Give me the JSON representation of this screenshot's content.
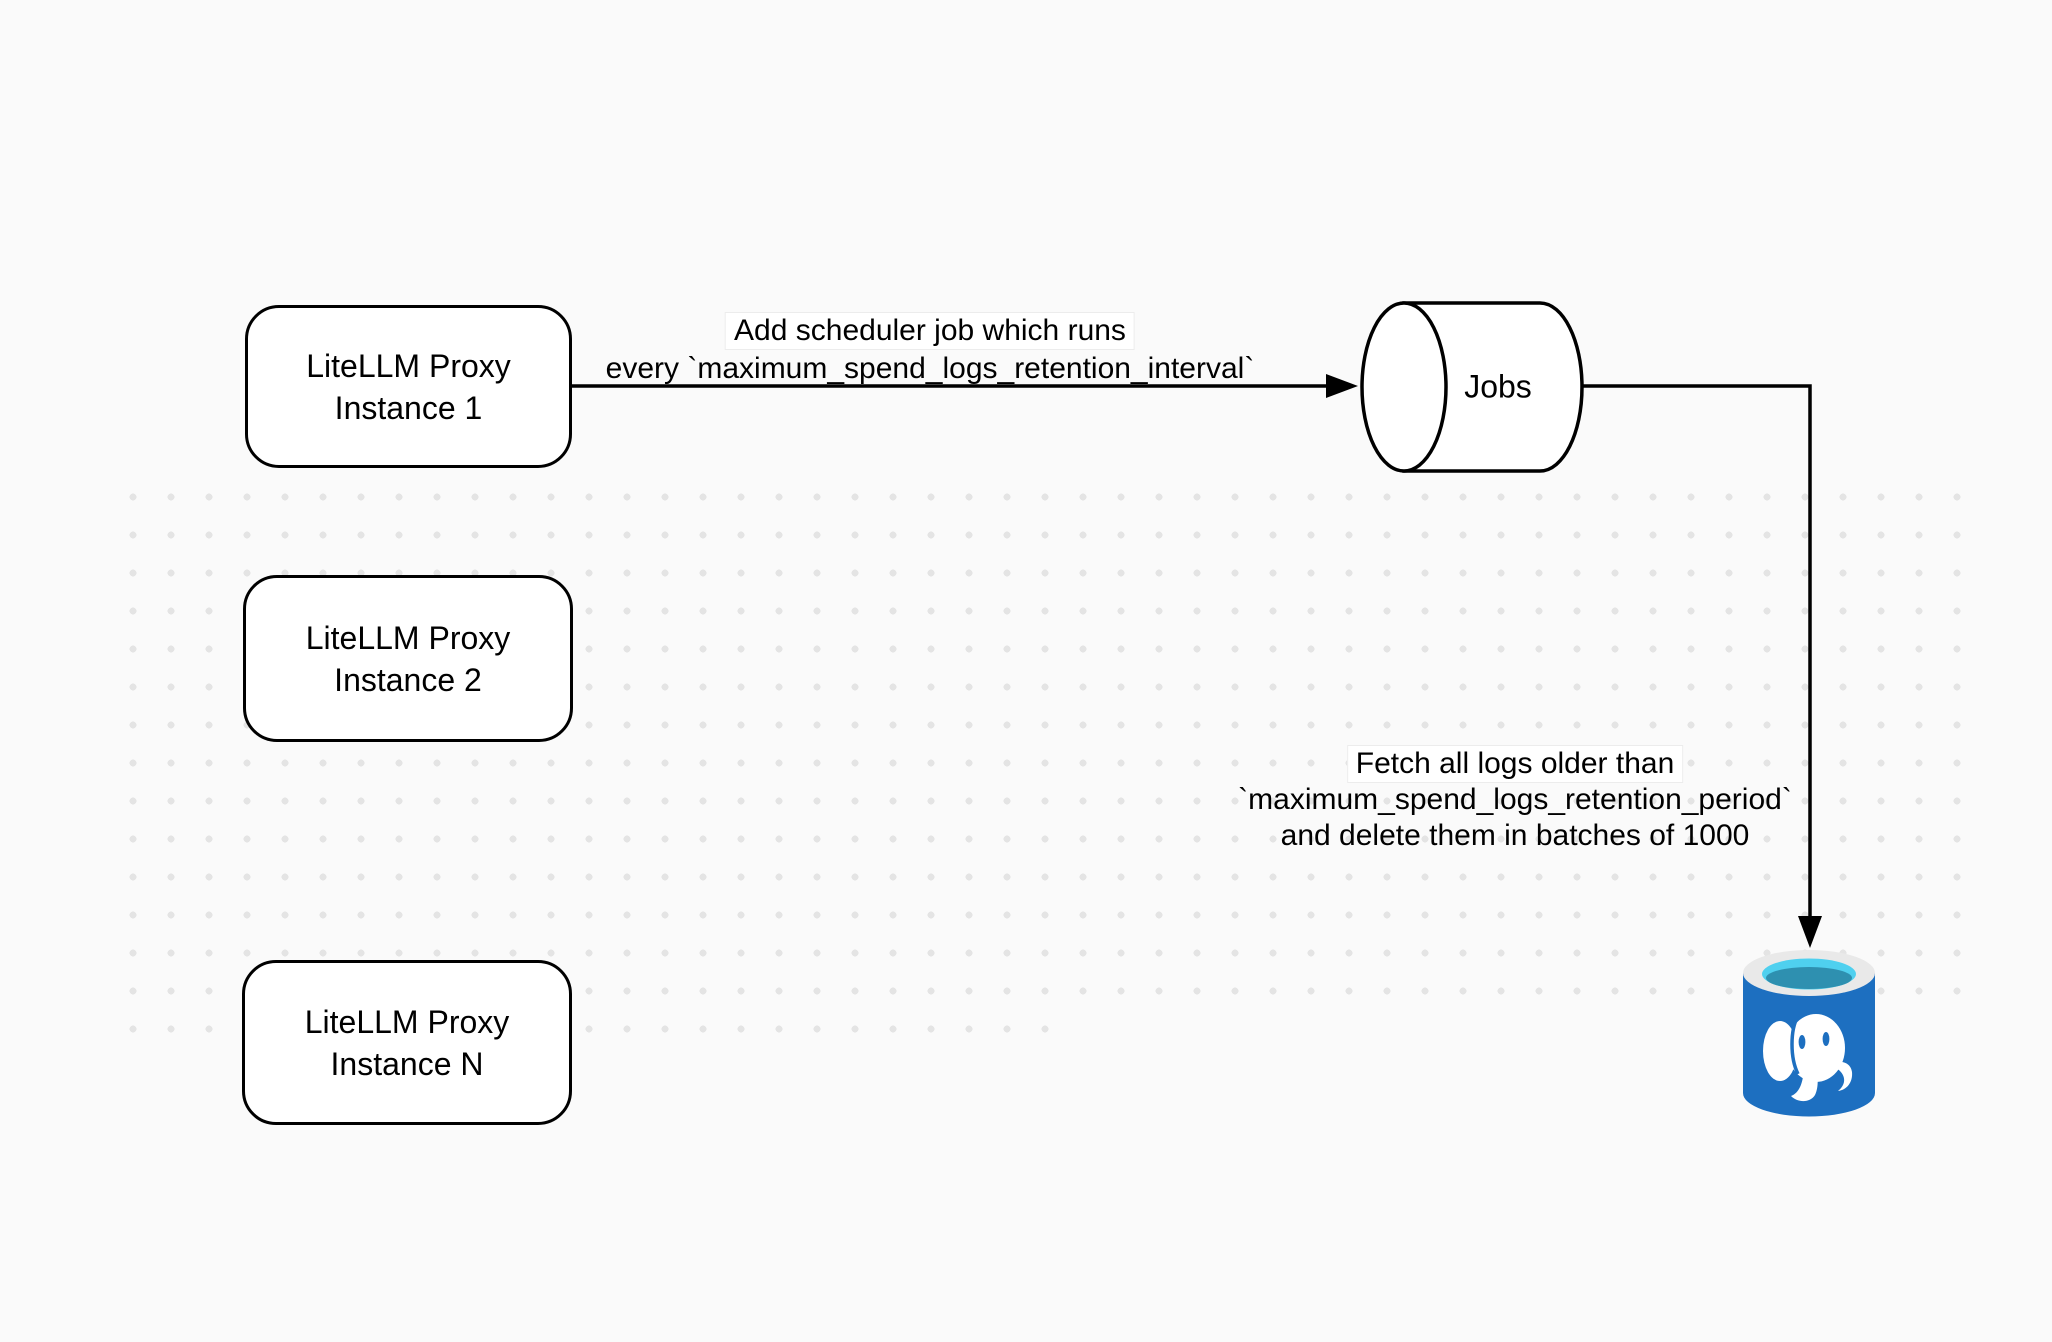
{
  "diagram": {
    "background_color": "#fafafa",
    "grid_dot_color": "#e4e4e4",
    "stroke_color": "#000000",
    "shape_fill_color": "#ffffff",
    "proxy_instances": [
      {
        "line1": "LiteLLM Proxy",
        "line2": "Instance 1"
      },
      {
        "line1": "LiteLLM Proxy",
        "line2": "Instance 2"
      },
      {
        "line1": "LiteLLM Proxy",
        "line2": "Instance N"
      }
    ],
    "jobs_node": {
      "label": "Jobs"
    },
    "postgres_node": {
      "icon": "postgresql-database-icon",
      "body_color": "#1d6fc0",
      "rim_color": "#e9e9e9",
      "water_top_color": "#4fd0ef",
      "water_depth_color": "#2e90b0",
      "elephant_color": "#ffffff"
    },
    "edges": {
      "scheduler": {
        "line1": "Add scheduler job which runs",
        "line2": "every `maximum_spend_logs_retention_interval`"
      },
      "fetch": {
        "line1": "Fetch all logs older than",
        "line2": "`maximum_spend_logs_retention_period`",
        "line3": "and delete them in batches of 1000"
      }
    }
  }
}
